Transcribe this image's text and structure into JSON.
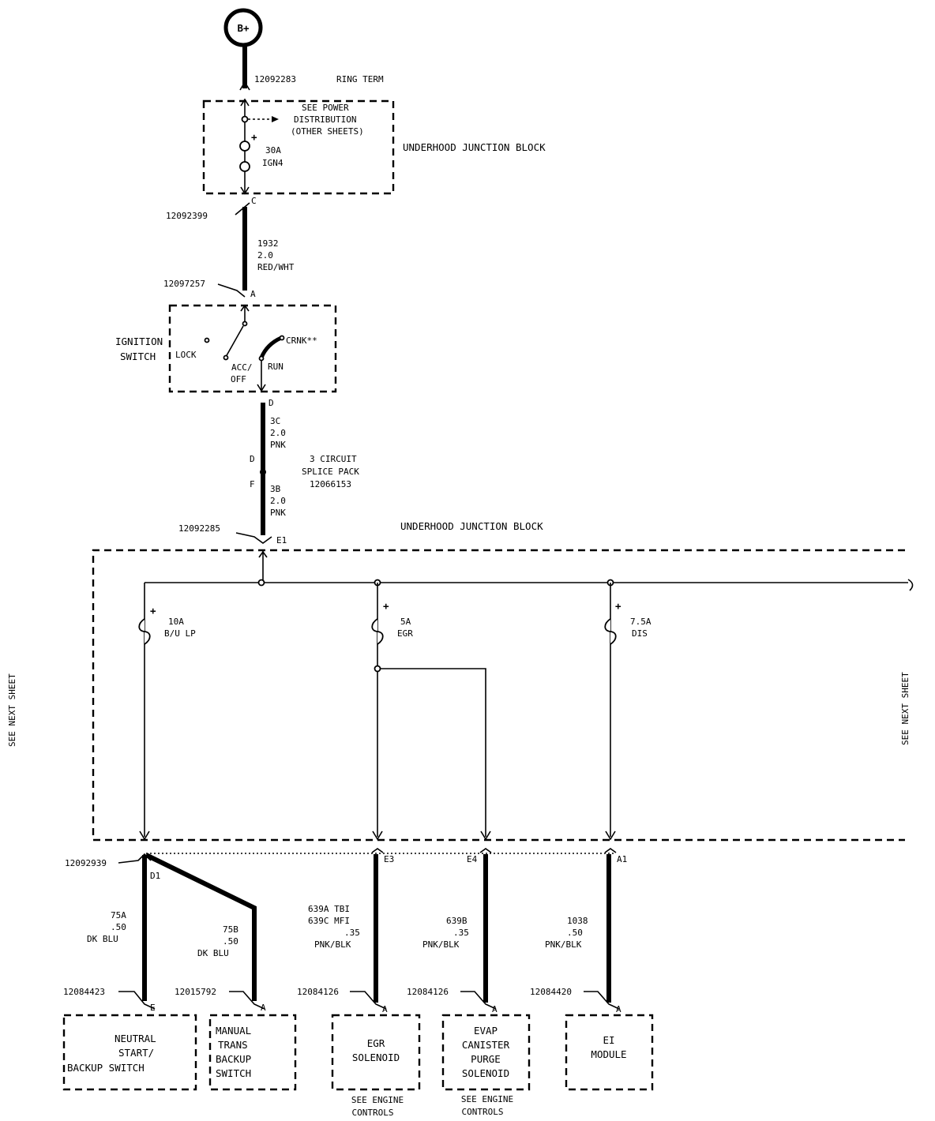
{
  "power": {
    "source_label": "B+"
  },
  "part_numbers": {
    "ring_term": "12092283",
    "ring_term_label": "RING TERM",
    "c_conn": "12092399",
    "a_conn": "12097257",
    "e1_conn": "12092285",
    "d1_conn": "12092939",
    "neutral_conn": "12084423",
    "manual_conn": "12015792",
    "egr_conn": "12084126",
    "evap_conn": "12084126",
    "ei_conn": "12084420"
  },
  "upper_block": {
    "label": "UNDERHOOD JUNCTION BLOCK",
    "see_power": [
      "SEE POWER",
      "DISTRIBUTION",
      "(OTHER SHEETS)"
    ],
    "fuse": [
      "30A",
      "IGN4"
    ],
    "plus": "+"
  },
  "wires": {
    "w1932": [
      "1932",
      "2.0",
      "RED/WHT"
    ],
    "w3c": [
      "3C",
      "2.0",
      "PNK"
    ],
    "w3b": [
      "3B",
      "2.0",
      "PNK"
    ],
    "w75a": [
      "75A",
      ".50",
      "DK BLU"
    ],
    "w75b": [
      "75B",
      ".50",
      "DK BLU"
    ],
    "w639a": [
      "639A TBI",
      "639C MFI",
      ".35",
      "PNK/BLK"
    ],
    "w639b": [
      "639B",
      ".35",
      "PNK/BLK"
    ],
    "w1038": [
      "1038",
      ".50",
      "PNK/BLK"
    ]
  },
  "ignition": {
    "label": [
      "IGNITION",
      "SWITCH"
    ],
    "lock": "LOCK",
    "acc_off": [
      "ACC/",
      "OFF"
    ],
    "run": "RUN",
    "crank": "CRNK**"
  },
  "splice": {
    "label": [
      "3 CIRCUIT",
      "SPLICE PACK",
      "12066153"
    ],
    "pin_d": "D",
    "pin_f": "F"
  },
  "pins": {
    "c": "C",
    "a": "A",
    "d": "D",
    "e1": "E1",
    "d1": "D1",
    "e3": "E3",
    "e4": "E4",
    "a1": "A1",
    "e": "E",
    "a_manual": "A",
    "a_egr": "A",
    "a_evap": "A",
    "a_ei": "A"
  },
  "lower_block": {
    "label": "UNDERHOOD JUNCTION BLOCK",
    "fuse_10a": [
      "10A",
      "B/U LP"
    ],
    "fuse_5a": [
      "5A",
      "EGR"
    ],
    "fuse_7_5a": [
      "7.5A",
      "DIS"
    ],
    "plus": "+"
  },
  "side_notes": {
    "left": "SEE NEXT SHEET",
    "right": "SEE NEXT SHEET"
  },
  "components": {
    "neutral": [
      "NEUTRAL",
      "START/",
      "BACKUP SWITCH"
    ],
    "manual": [
      "MANUAL",
      "TRANS",
      "BACKUP",
      "SWITCH"
    ],
    "egr": [
      "EGR",
      "SOLENOID"
    ],
    "evap": [
      "EVAP",
      "CANISTER",
      "PURGE",
      "SOLENOID"
    ],
    "ei": [
      "EI",
      "MODULE"
    ]
  },
  "notes": {
    "egr_see": [
      "SEE ENGINE",
      "CONTROLS"
    ],
    "evap_see": [
      "SEE ENGINE",
      "CONTROLS"
    ]
  }
}
